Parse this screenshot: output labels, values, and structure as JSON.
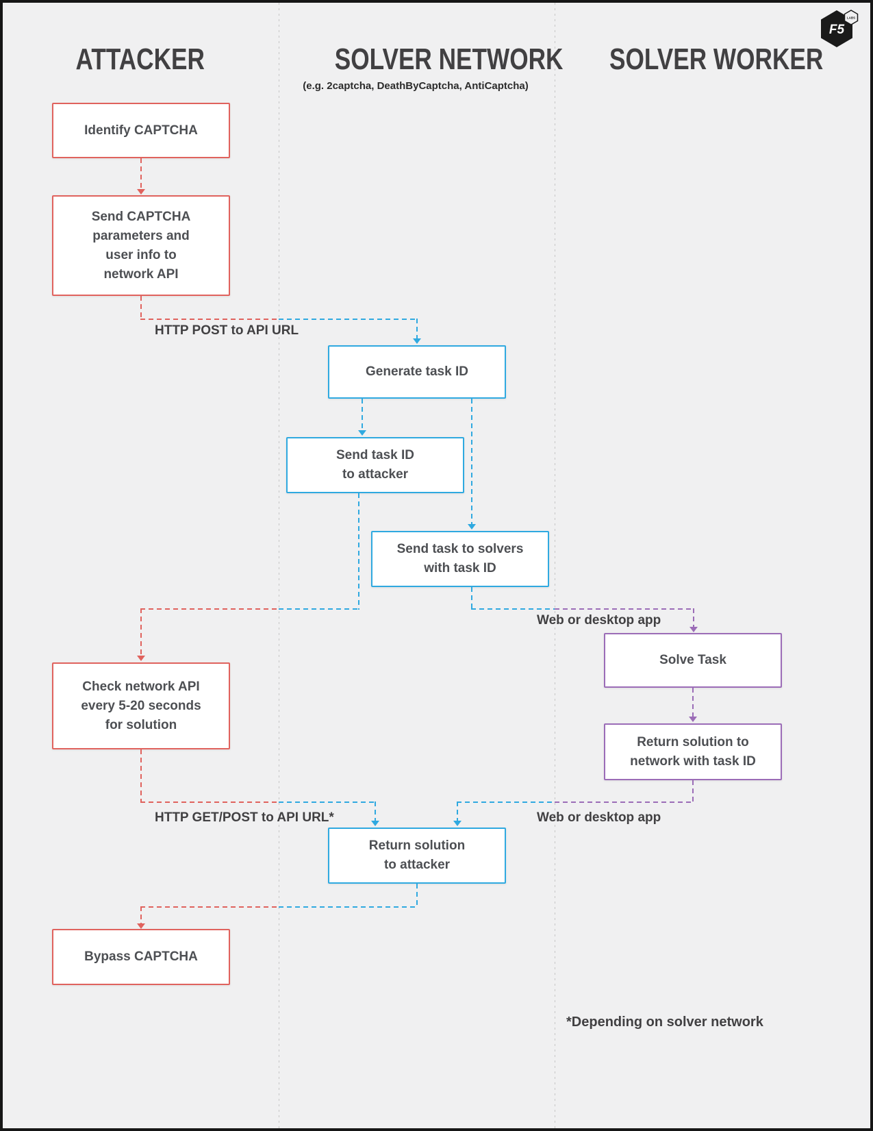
{
  "columns": {
    "attacker": {
      "title": "ATTACKER"
    },
    "solver_network": {
      "title": "SOLVER NETWORK",
      "subtitle": "(e.g. 2captcha, DeathByCaptcha, AntiCaptcha)"
    },
    "solver_worker": {
      "title": "SOLVER WORKER"
    }
  },
  "nodes": {
    "identify_captcha": {
      "label": "Identify CAPTCHA"
    },
    "send_captcha_params": {
      "label": "Send CAPTCHA\nparameters and\nuser info to\nnetwork API"
    },
    "generate_task_id": {
      "label": "Generate task ID"
    },
    "send_task_id": {
      "label": "Send task ID\nto attacker"
    },
    "send_task_to_solvers": {
      "label": "Send task to solvers\nwith task ID"
    },
    "solve_task": {
      "label": "Solve Task"
    },
    "return_solution_network": {
      "label": "Return solution to\nnetwork with task ID"
    },
    "check_network_api": {
      "label": "Check network API\nevery 5-20 seconds\nfor solution"
    },
    "return_solution_attacker": {
      "label": "Return solution\nto attacker"
    },
    "bypass_captcha": {
      "label": "Bypass CAPTCHA"
    }
  },
  "edge_labels": {
    "http_post": "HTTP POST to API URL",
    "web_or_desktop_app_1": "Web or desktop app",
    "http_get_post": "HTTP GET/POST to API URL*",
    "web_or_desktop_app_2": "Web or desktop app"
  },
  "footnote": "*Depending on solver network",
  "logo": {
    "primary": "F5",
    "secondary": "LABS"
  },
  "colors": {
    "attacker_accent": "#e0625d",
    "network_accent": "#2fa9e0",
    "worker_accent": "#9b6cb7",
    "heading": "#414042",
    "background": "#f0f0f1"
  }
}
